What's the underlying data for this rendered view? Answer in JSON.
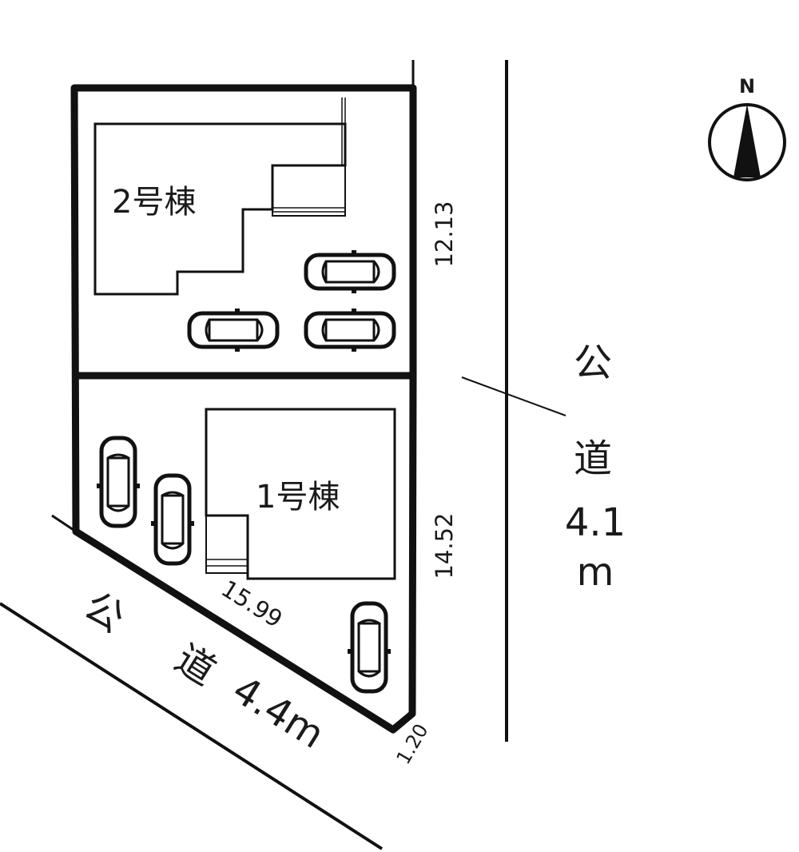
{
  "buildings": [
    {
      "id": "building-2",
      "label": "2号棟"
    },
    {
      "id": "building-1",
      "label": "1号棟"
    }
  ],
  "dimensions": {
    "east_upper": "12.13",
    "east_lower": "14.52",
    "southwest": "15.99",
    "south": "1.20"
  },
  "roads": {
    "east": {
      "label_1": "公",
      "label_2": "道",
      "width": "4.1",
      "unit": "m"
    },
    "southwest": {
      "label_1": "公",
      "label_2": "道",
      "width": "4.4m"
    }
  },
  "compass": {
    "label": "N"
  },
  "parking_spaces": {
    "lot_2": 3,
    "lot_1": 3
  }
}
